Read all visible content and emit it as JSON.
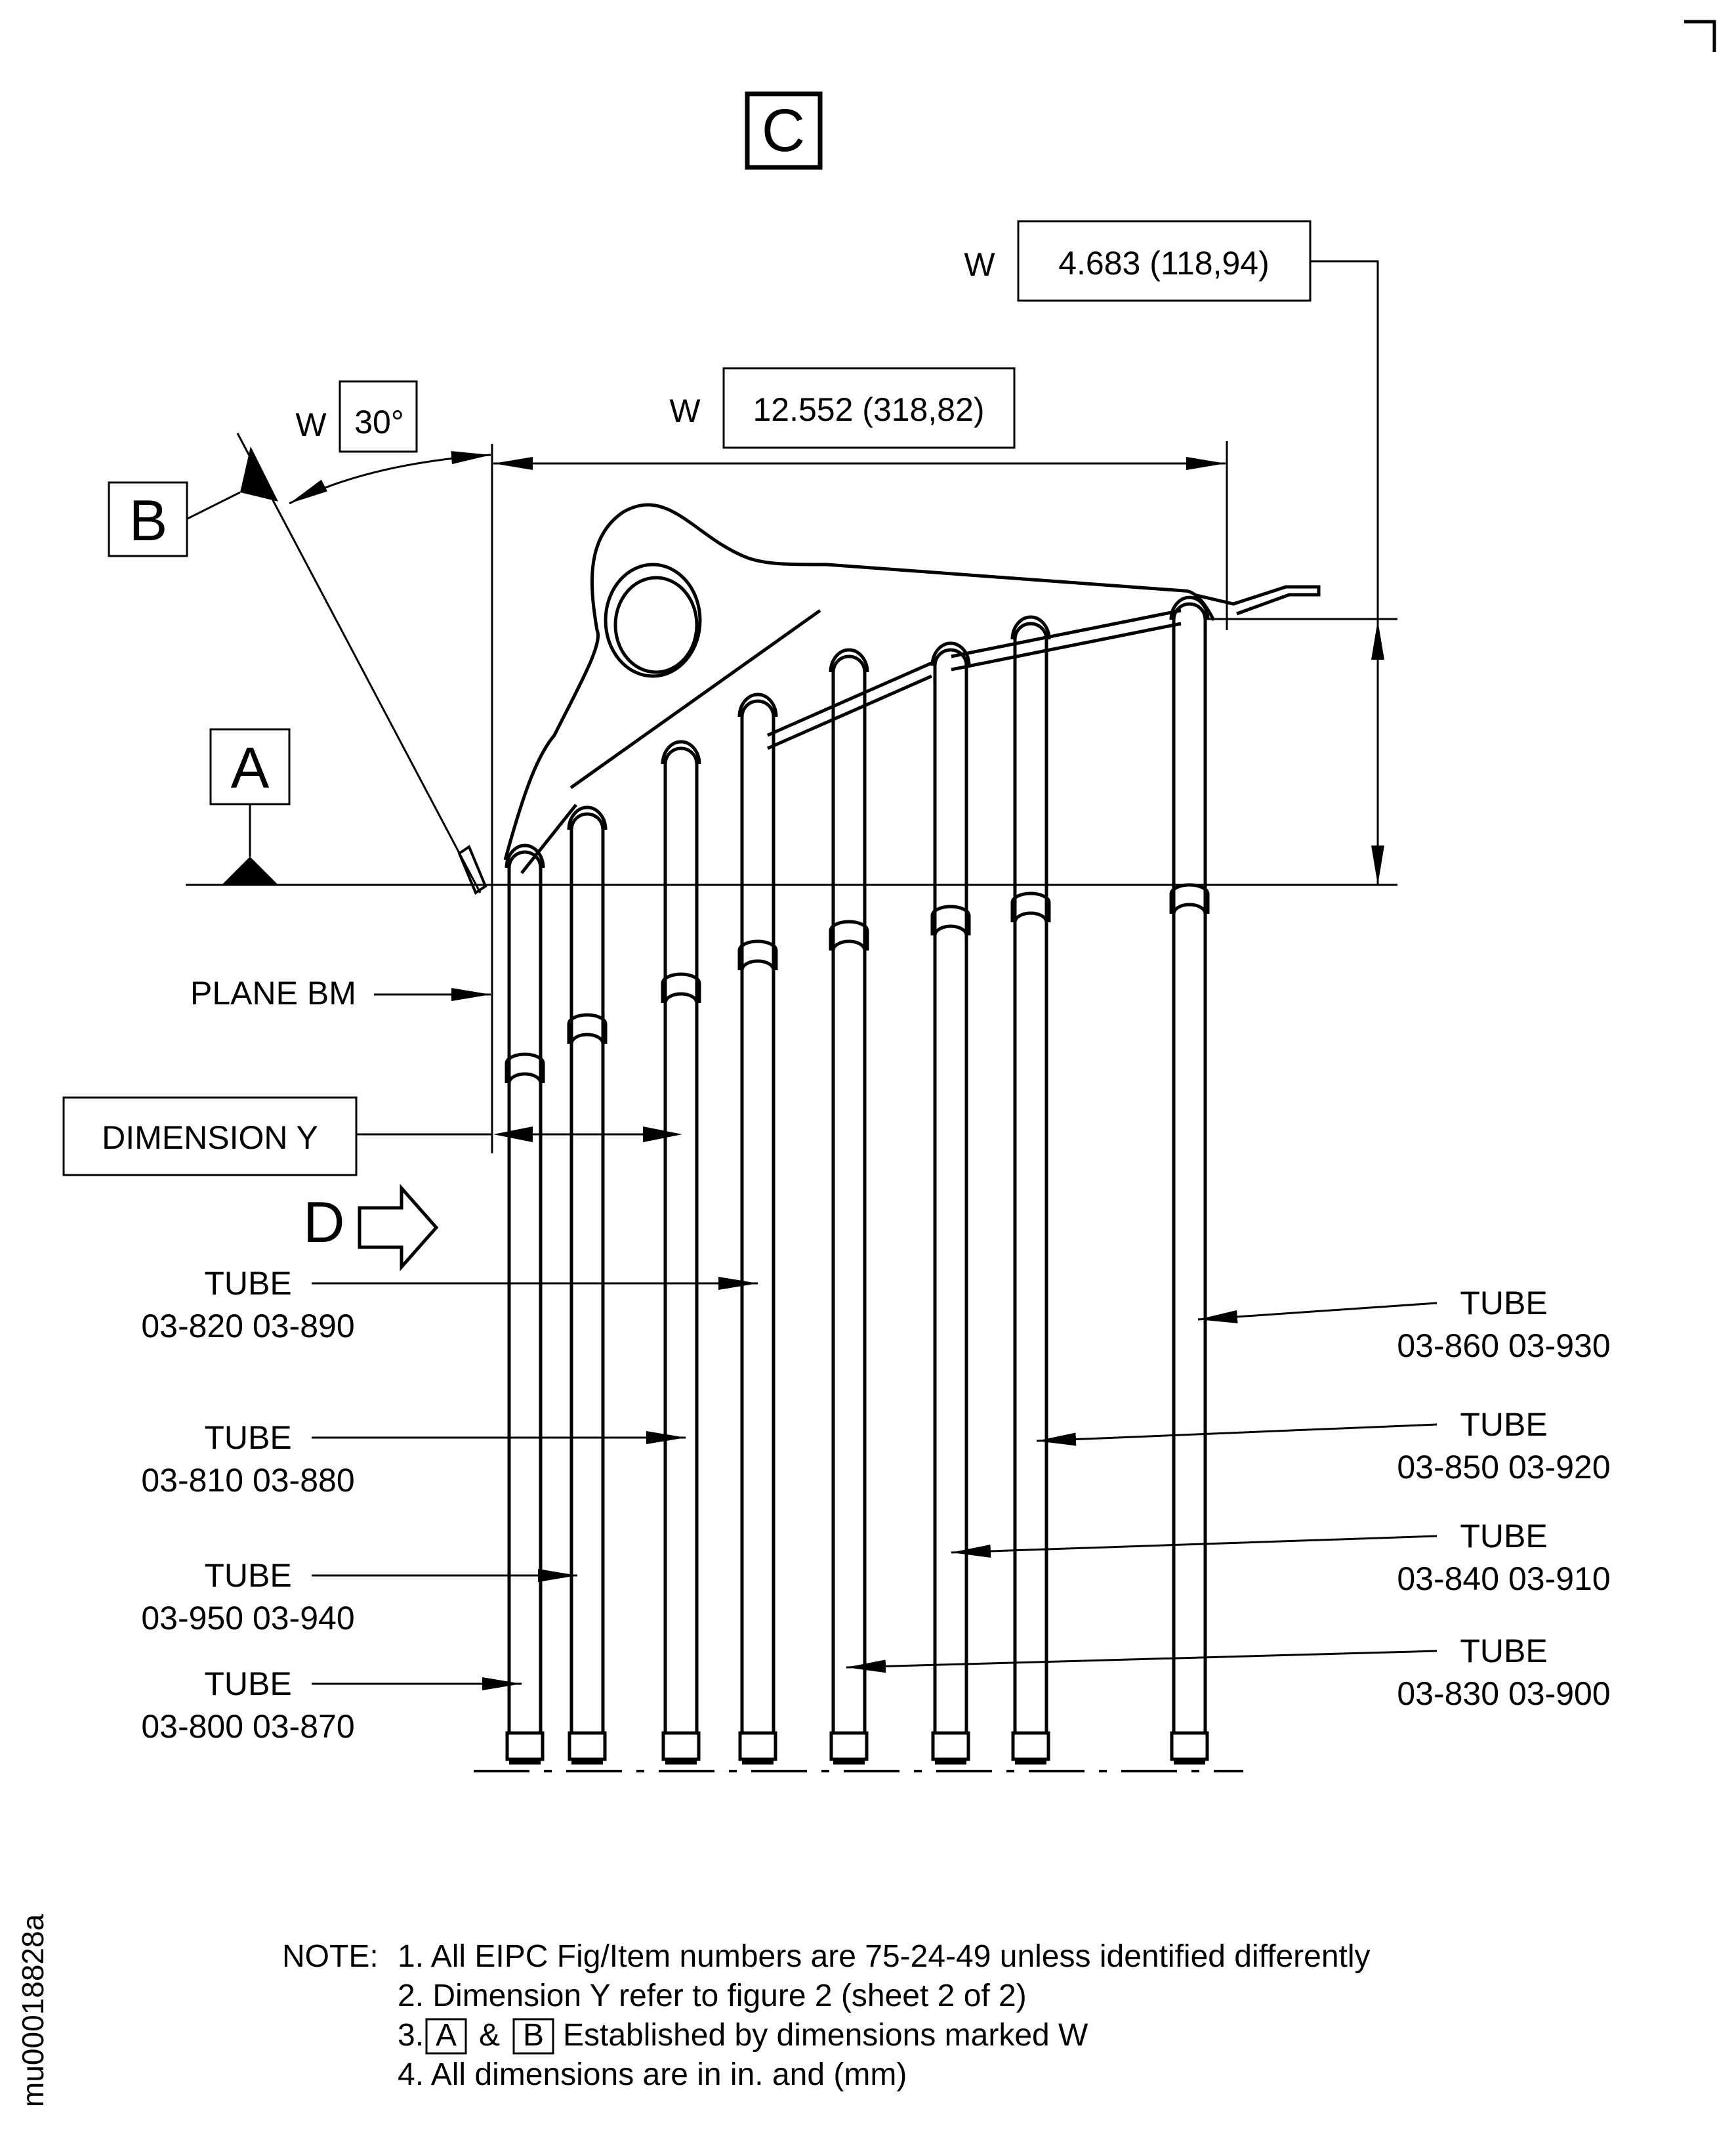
{
  "view_label": "C",
  "datums": {
    "a": "A",
    "b": "B"
  },
  "dimensions": {
    "angle": {
      "marker": "W",
      "value": "30°"
    },
    "horizontal": {
      "marker": "W",
      "value": "12.552 (318,82)"
    },
    "vertical": {
      "marker": "W",
      "value": "4.683 (118,94)"
    }
  },
  "labels": {
    "plane": "PLANE BM",
    "dimension_y": "DIMENSION Y",
    "view_arrow": "D"
  },
  "tube_callouts_left": [
    {
      "title": "TUBE",
      "parts": "03-820  03-890"
    },
    {
      "title": "TUBE",
      "parts": "03-810  03-880"
    },
    {
      "title": "TUBE",
      "parts": "03-950  03-940"
    },
    {
      "title": "TUBE",
      "parts": "03-800  03-870"
    }
  ],
  "tube_callouts_right": [
    {
      "title": "TUBE",
      "parts": "03-860  03-930"
    },
    {
      "title": "TUBE",
      "parts": "03-850  03-920"
    },
    {
      "title": "TUBE",
      "parts": "03-840  03-910"
    },
    {
      "title": "TUBE",
      "parts": "03-830  03-900"
    }
  ],
  "notes": {
    "prefix": "NOTE:",
    "items": [
      "1. All EIPC Fig/Item numbers are 75-24-49 unless identified differently",
      "2. Dimension Y refer to figure 2 (sheet 2 of 2)",
      "Established by dimensions marked W",
      "4. All dimensions are in in. and (mm)"
    ],
    "note3_prefix": "3.",
    "note3_a": "A",
    "note3_amp": "&",
    "note3_b": "B"
  },
  "drawing_id": "mu00018828a"
}
